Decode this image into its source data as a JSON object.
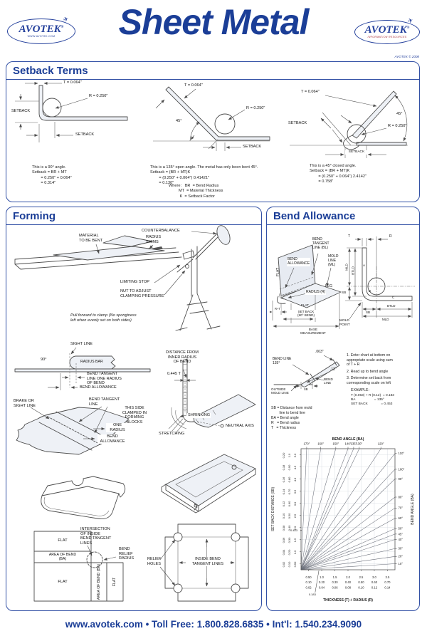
{
  "header": {
    "title": "Sheet Metal",
    "logo_left": {
      "name": "AVOTEK",
      "reg": "®",
      "sub": "WWW.AVOTEK.COM"
    },
    "logo_right": {
      "name": "AVOTEK",
      "reg": "®",
      "sub": "INFORMATION RESOURCES"
    },
    "copyright": "AVOTEK © 2008"
  },
  "setback": {
    "heading": "Setback Terms",
    "d1": {
      "t": "T = 0.064\"",
      "r": "R = 0.250\"",
      "setback_left": "SETBACK",
      "setback_bottom": "SETBACK",
      "notes": "This is a 90° angle.\nSetback = BR + MT\n        = 0.250\" + 0.064\"\n        = 0.314\""
    },
    "d2": {
      "t": "T = 0.064\"",
      "r": "R = 0.250\"",
      "angle": "45°",
      "setback": "SETBACK",
      "notes": "This is a 135° open angle. The metal has only been bent 45°.\nSetback = (BR + MT)K\n        = (0.250\" + 0.064\") 0.41421\"\n        = 0.130\""
    },
    "d3": {
      "t": "T = 0.064\"",
      "r": "R = 0.250\"",
      "angle": "45°",
      "setback_diag": "SETBACK",
      "setback_bottom": "SETBACK",
      "notes": "This is a 45° closed angle.\nSetback = (BR + MT)K\n        = (0.250\" + 0.064\") 2.4142\"\n        = 0.758\""
    },
    "where": "Where:   BR  = Bend Radius\n         MT  = Material Thickness\n          K  = Setback Factor"
  },
  "forming": {
    "heading": "Forming",
    "brake": {
      "material": "MATERIAL\nTO BE BENT",
      "counterbalance": "COUNTERBALANCE",
      "radius_shims": "RADIUS\nSHIMS",
      "limiting_stop": "LIMITING STOP",
      "nut": "NUT TO ADJUST\nCLAMPING PRESSURE",
      "note": "Pull forward to clamp (No sponginess\nleft when evenly set on both sides)"
    },
    "sight": {
      "sight_line": "SIGHT LINE",
      "angle": "90°",
      "radius_bar": "RADIUS BAR",
      "bend_tangent": "BEND TANGENT\nLINE ONE RADIUS\nOF BEND",
      "bend_allowance": "BEND ALLOWANCE"
    },
    "sheet": {
      "brake_or_sight": "BRAKE OR\nSIGHT LINE",
      "bend_tangent": "BEND TANGENT\nLINE",
      "clamped": "THIS SIDE\nCLAMPED IN\nFORMING\nBLOCKS",
      "one_radius": "ONE\nRADIUS",
      "bend_allowance": "BEND\nALLOWANCE"
    },
    "angle": {
      "distance": "DISTANCE FROM\nINNER RADIUS\nOF BEND",
      "thickness": "0.445 T",
      "shrinking": "SHRINKING",
      "stretching": "STRETCHING",
      "neutral_axis": "NEUTRAL AXIS"
    },
    "flat": {
      "flat_top": "FLAT",
      "area_band": "AREA OF BEND\n(BA)",
      "flat_big": "FLAT",
      "area_vert": "AREA OF BEND (BA)",
      "flat_vert": "FLAT",
      "intersection": "INTERSECTION\nOF INSIDE\nBEND TANGENT\nLINES",
      "bend_relief": "BEND\nRELIEF\nRADIUS"
    },
    "relief": {
      "holes": "RELIEF\nHOLES",
      "inside": "INSIDE BEND\nTANGENT LINES"
    }
  },
  "bend_allowance": {
    "heading": "Bend Allowance",
    "iso": {
      "bend_tangent": "BEND\nTANGENT\nLINE (BL)",
      "mold_line": "MOLD\nLINE\n(ML)",
      "bend_allow": "BEND\nALLOWANCE",
      "flat_vert": "FLAT",
      "leg": "LEG",
      "radius": "RADIUS (R)",
      "flat": "FLAT",
      "r_plus_t": "R+T",
      "set_back": "SET BACK\n(90° BEND)",
      "base": "BASE\nMEASUREMENT"
    },
    "profile": {
      "t": "T",
      "r": "R",
      "mld_left": "MLD",
      "btld_left": "BTLD",
      "a": "A",
      "sb_left": "SB",
      "b": "B",
      "c": "C",
      "sb_bottom": "SB",
      "btld_bottom": "BTLD",
      "mld_bottom": "MLD",
      "mold_point": "MOLD\nPOINT"
    },
    "mini": {
      "d063": ".063\"",
      "bend_line_angle": "BEND LINE\n135°",
      "d12": ".12\"",
      "outside_mold": "OUTSIDE\nMOLD LINE",
      "sb": "SB",
      "bend_line": "BEND\nLINE"
    },
    "legend": "SB = Distance from mold\n        line to bend line\nBA = Bend angle\nR   = Bend radius\nT   = Thickness",
    "steps": {
      "s1": "1. Enter chart at bottom on\n    appropriate scale using sum\n    of T + R",
      "s2": "2. Read up to bend angle",
      "s3": "3. Determine set back from\n    corresponding scale on left",
      "example_title": "EXAMPLE:",
      "example": "T (0.063) + R (0.12)  = 0.183\nBA                    = 135°\nSET BACK              = 0.453"
    }
  },
  "chart_data": {
    "type": "line",
    "title": "BEND ANGLE (BA)",
    "xlabel": "THICKNESS (T) + RADIUS (R)",
    "ylabel": "SET BACK DISTANCE (SB)",
    "right_axis_label": "BEND ANGLE (BA)",
    "top_ticks": [
      "170°",
      "160°",
      "150°",
      "140°",
      "135°",
      "130°",
      "120°"
    ],
    "top_tick_pos": [
      0.06,
      0.21,
      0.37,
      0.5,
      0.56,
      0.62,
      0.85
    ],
    "right_ticks": [
      "110°",
      "100°",
      "90°",
      "80°",
      "70°",
      "60°",
      "50°",
      "45°",
      "40°",
      "30°",
      "20°",
      "10°"
    ],
    "right_tick_pos": [
      0.04,
      0.17,
      0.25,
      0.4,
      0.49,
      0.575,
      0.66,
      0.705,
      0.75,
      0.825,
      0.89,
      0.95
    ],
    "left_scales": [
      [
        "0.20",
        "0.18",
        "0.16",
        "0.14",
        "0.12",
        "0.10",
        "0.08",
        "0.06",
        "0.04",
        "0.02"
      ],
      [
        "1.0",
        "0.90",
        "0.80",
        "0.70",
        "0.60",
        "0.50",
        "0.40",
        "0.30",
        "0.20",
        "0.10"
      ],
      [
        "5.0",
        "4.5",
        "4.0",
        "3.5",
        "3.0",
        "2.5",
        "2.0",
        "1.5",
        "1.0",
        "0.50"
      ]
    ],
    "bottom_scales": [
      [
        "0.50",
        "1.0",
        "1.5",
        "2.0",
        "2.5",
        "3.0",
        "3.5"
      ],
      [
        "0.10",
        "0.20",
        "0.30",
        "0.40",
        "0.50",
        "0.60",
        "0.70"
      ],
      [
        "0.02",
        "0.04",
        "0.06",
        "0.08",
        "0.10",
        "0.12",
        "0.14"
      ]
    ],
    "annotations": {
      "left": "0.453",
      "bottom": "0.183"
    },
    "note": "Nomograph: straight lines fan from the lower-left origin to each bend-angle value; enter with T+R on the bottom scales, read up to the bend angle, read set back on the left scales."
  },
  "footer": {
    "text": "www.avotek.com • Toll Free: 1.800.828.6835 • Int'l: 1.540.234.9090"
  }
}
